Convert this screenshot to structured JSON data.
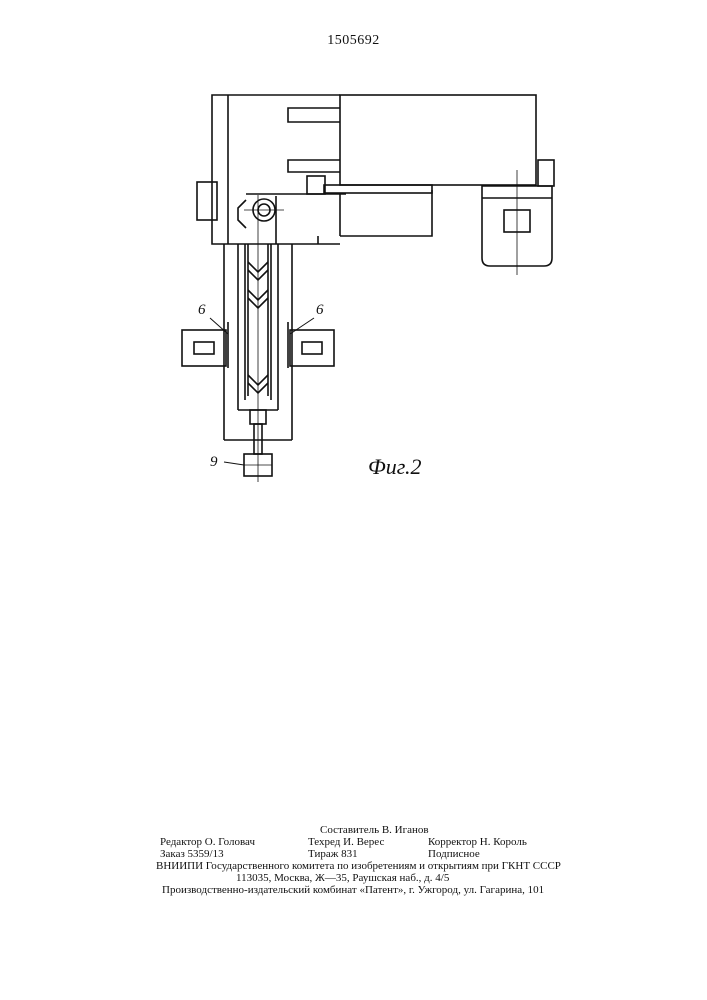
{
  "document": {
    "patent_number": "1505692",
    "figure": {
      "caption": "Фиг.2",
      "label_left": "6",
      "label_right": "6",
      "label_bottom": "9"
    },
    "imprint": {
      "compiler": "Составитель В. Иганов",
      "editor": "Редактор О. Головач",
      "techred": "Техред И. Верес",
      "corrector": "Корректор Н. Король",
      "order": "Заказ 5359/13",
      "circulation": "Тираж 831",
      "subscription": "Подписное",
      "institute": "ВНИИПИ Государственного комитета по изобретениям и открытиям при ГКНТ СССР",
      "address": "113035, Москва, Ж—35, Раушская наб., д. 4/5",
      "publisher": "Производственно-издательский комбинат «Патент», г. Ужгород, ул. Гагарина, 101"
    }
  }
}
